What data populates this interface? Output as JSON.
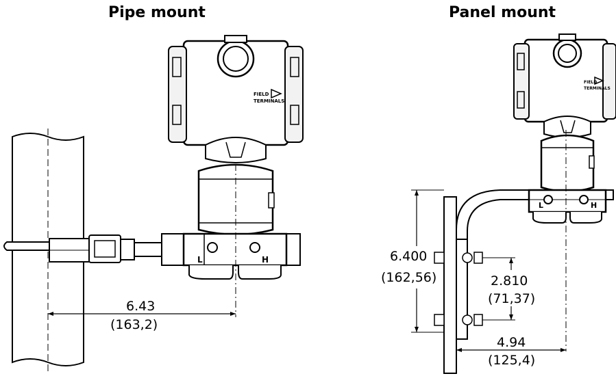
{
  "pipe_mount": {
    "title": "Pipe mount",
    "dimension": {
      "value": "6.43",
      "metric": "(163,2)"
    },
    "port_labels": {
      "low": "L",
      "high": "H"
    },
    "housing_label": [
      "FIELD",
      "TERMINALS"
    ]
  },
  "panel_mount": {
    "title": "Panel mount",
    "dim_height": {
      "value": "6.400",
      "metric": "(162,56)"
    },
    "dim_bolt_spacing": {
      "value": "2.810",
      "metric": "(71,37)"
    },
    "dim_offset": {
      "value": "4.94",
      "metric": "(125,4)"
    },
    "port_labels": {
      "low": "L",
      "high": "H"
    },
    "housing_label": [
      "FIELD",
      "TERMINALS"
    ]
  }
}
